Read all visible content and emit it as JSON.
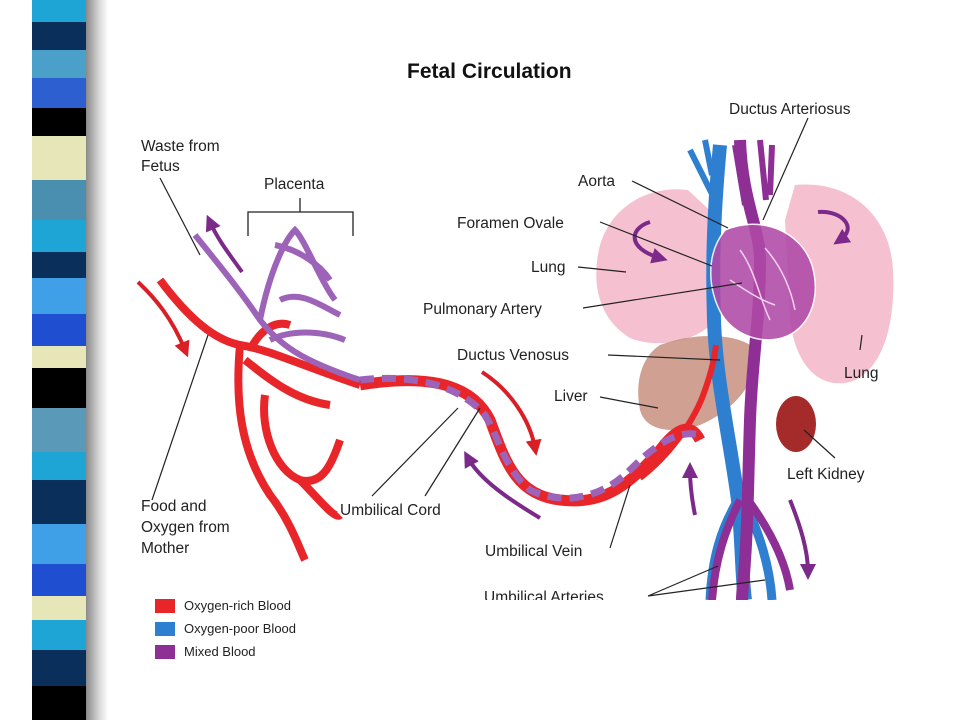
{
  "title": "Fetal Circulation",
  "labels": {
    "waste_from_fetus": [
      "Waste from",
      "Fetus"
    ],
    "placenta": "Placenta",
    "food_oxygen": [
      "Food and",
      "Oxygen from",
      "Mother"
    ],
    "umbilical_cord": "Umbilical Cord",
    "ductus_arteriosus": "Ductus Arteriosus",
    "aorta": "Aorta",
    "foramen_ovale": "Foramen Ovale",
    "lung_left": "Lung",
    "pulmonary_artery": "Pulmonary Artery",
    "ductus_venosus": "Ductus Venosus",
    "liver": "Liver",
    "lung_right": "Lung",
    "left_kidney": "Left Kidney",
    "umbilical_vein": "Umbilical Vein",
    "umbilical_arteries": "Umbilical Arteries"
  },
  "legend": [
    {
      "label": "Oxygen-rich Blood",
      "color": "#e8262a"
    },
    {
      "label": "Oxygen-poor Blood",
      "color": "#2f7fd0"
    },
    {
      "label": "Mixed Blood",
      "color": "#8e2f95"
    }
  ],
  "colors": {
    "oxygen_rich": "#e8262a",
    "oxygen_poor": "#2f7fd0",
    "mixed": "#8e2f95",
    "lung": "#f3b6c9",
    "liver": "#c48a78",
    "kidney": "#a52a2a",
    "arrow_red": "#d91f26",
    "arrow_purple": "#7b2a8a"
  }
}
